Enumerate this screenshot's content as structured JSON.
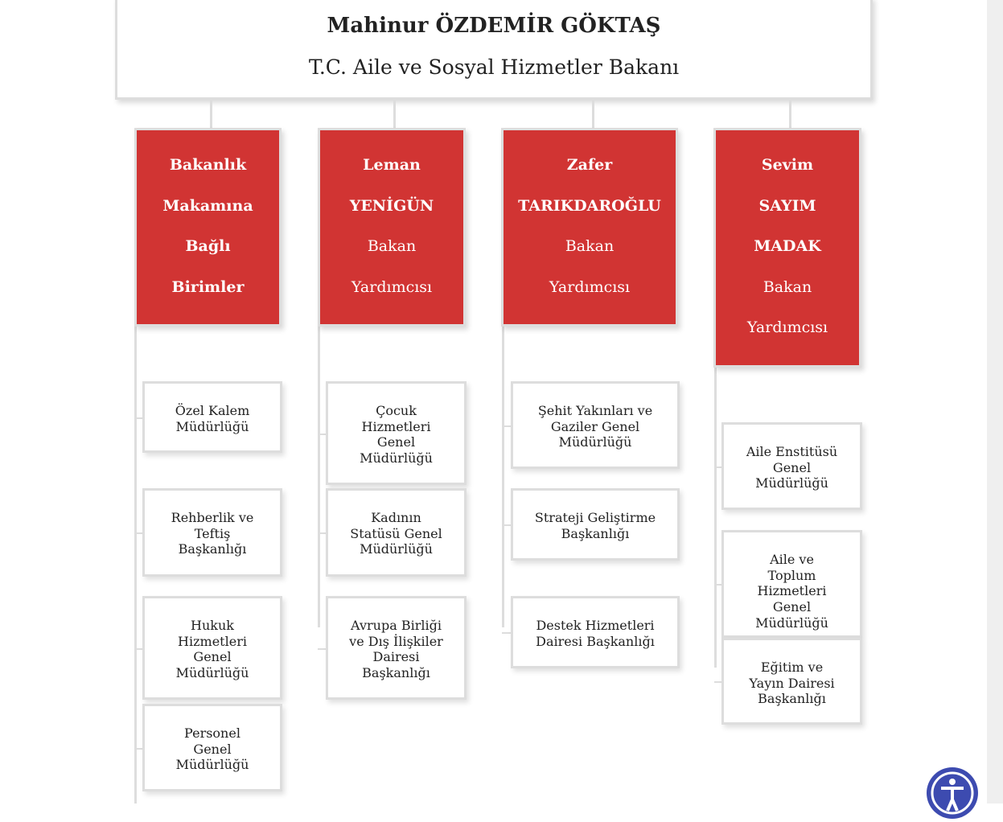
{
  "header": {
    "name": "Mahinur ÖZDEMİR GÖKTAŞ",
    "title": "T.C. Aile ve Sosyal Hizmetler Bakanı"
  },
  "columns": [
    {
      "head": [
        {
          "t": "Bakanlık",
          "b": true
        },
        {
          "t": "Makamına",
          "b": true
        },
        {
          "t": "Bağlı",
          "b": true
        },
        {
          "t": "Birimler",
          "b": true
        }
      ],
      "children": [
        [
          "Özel Kalem",
          "Müdürlüğü"
        ],
        [
          "Rehberlik ve",
          "Teftiş",
          "Başkanlığı"
        ],
        [
          "Hukuk",
          "Hizmetleri",
          "Genel",
          "Müdürlüğü"
        ],
        [
          "Personel",
          "Genel",
          "Müdürlüğü"
        ]
      ]
    },
    {
      "head": [
        {
          "t": "Leman",
          "b": true
        },
        {
          "t": "YENİGÜN",
          "b": true
        },
        {
          "t": "Bakan",
          "b": false
        },
        {
          "t": "Yardımcısı",
          "b": false
        }
      ],
      "children": [
        [
          "Çocuk",
          "Hizmetleri",
          "Genel",
          "Müdürlüğü"
        ],
        [
          "Kadının",
          "Statüsü Genel",
          "Müdürlüğü"
        ],
        [
          "Avrupa Birliği",
          "ve Dış İlişkiler",
          "Dairesi",
          "Başkanlığı"
        ]
      ]
    },
    {
      "head": [
        {
          "t": "Zafer",
          "b": true
        },
        {
          "t": "TARIKDAROĞLU",
          "b": true
        },
        {
          "t": "Bakan",
          "b": false
        },
        {
          "t": "Yardımcısı",
          "b": false
        }
      ],
      "children": [
        [
          "Şehit Yakınları ve",
          "Gaziler Genel",
          "Müdürlüğü"
        ],
        [
          "Strateji Geliştirme",
          "Başkanlığı"
        ],
        [
          "Destek Hizmetleri",
          "Dairesi Başkanlığı"
        ]
      ]
    },
    {
      "head": [
        {
          "t": "Sevim",
          "b": true
        },
        {
          "t": "SAYIM",
          "b": true
        },
        {
          "t": "MADAK",
          "b": true
        },
        {
          "t": "Bakan",
          "b": false
        },
        {
          "t": "Yardımcısı",
          "b": false
        }
      ],
      "children": [
        [
          "Aile Enstitüsü",
          "Genel",
          "Müdürlüğü"
        ],
        [
          "Aile ve",
          "Toplum",
          "Hizmetleri",
          "Genel",
          "Müdürlüğü"
        ],
        [
          "Eğitim ve",
          "Yayın Dairesi",
          "Başkanlığı"
        ]
      ]
    }
  ],
  "colors": {
    "red": "#d13433",
    "accessibility": "#3d4bb0"
  }
}
